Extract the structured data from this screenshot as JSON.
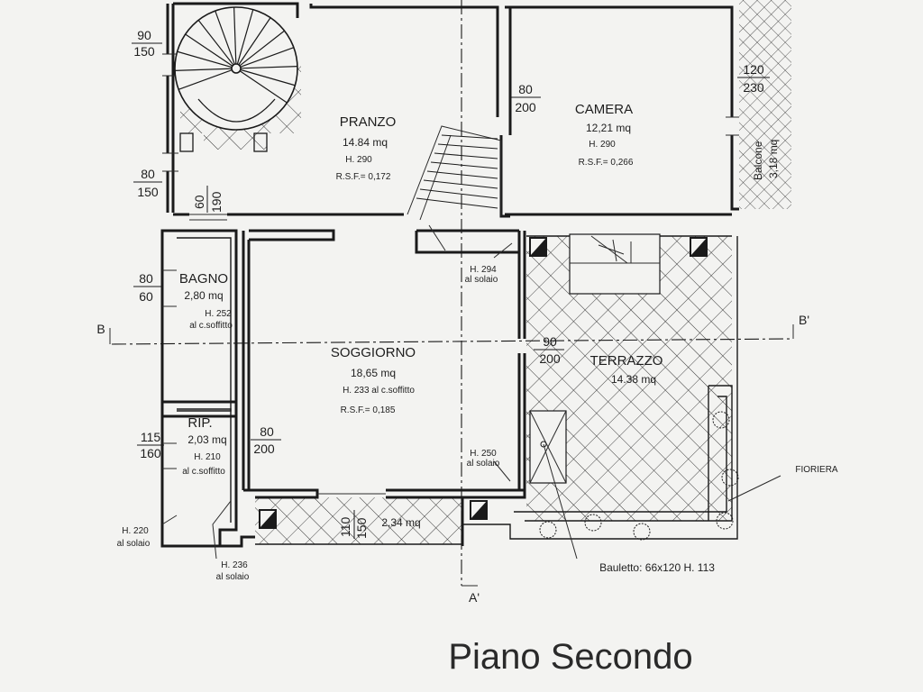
{
  "rooms": {
    "pranzo": {
      "name": "PRANZO",
      "area": "14.84 mq",
      "height": "H. 290",
      "rsf": "R.S.F.= 0,172"
    },
    "camera": {
      "name": "CAMERA",
      "area": "12,21 mq",
      "height": "H. 290",
      "rsf": "R.S.F.= 0,266"
    },
    "bagno": {
      "name": "BAGNO",
      "area": "2,80 mq",
      "height": "H. 252",
      "note": "al c.soffitto"
    },
    "soggiorno": {
      "name": "SOGGIORNO",
      "area": "18,65 mq",
      "height": "H. 233 al c.soffitto",
      "rsf": "R.S.F.= 0,185"
    },
    "terrazzo": {
      "name": "TERRAZZO",
      "area": "14.38 mq"
    },
    "rip": {
      "name": "RIP.",
      "area": "2,03 mq",
      "height": "H. 210",
      "note": "al c.soffitto"
    },
    "balcone": {
      "name": "Balcone",
      "area": "3,18 mq"
    },
    "loggia": {
      "area": "2,34 mq"
    }
  },
  "openings": [
    {
      "id": "90-150",
      "w": "90",
      "h": "150"
    },
    {
      "id": "80-150",
      "w": "80",
      "h": "150"
    },
    {
      "id": "60-190",
      "w": "60",
      "h": "190"
    },
    {
      "id": "80-200-pranzo",
      "w": "80",
      "h": "200"
    },
    {
      "id": "120-230",
      "w": "120",
      "h": "230"
    },
    {
      "id": "80-60",
      "w": "80",
      "h": "60"
    },
    {
      "id": "90-200",
      "w": "90",
      "h": "200"
    },
    {
      "id": "115-160",
      "w": "115",
      "h": "160"
    },
    {
      "id": "80-200-rip",
      "w": "80",
      "h": "200"
    },
    {
      "id": "110-150",
      "w": "110",
      "h": "150"
    }
  ],
  "annotations": {
    "h294": "H. 294",
    "h294_note": "al solaio",
    "h250": "H. 250",
    "h250_note": "al solaio",
    "h220": "H. 220",
    "h220_note": "al solaio",
    "h236": "H. 236",
    "h236_note": "al solaio",
    "fioriera": "FIORIERA",
    "bauletto": "Bauletto: 66x120 H. 113"
  },
  "sections": {
    "b": "B",
    "b_prime": "B'",
    "a_prime": "A'"
  },
  "title": "Piano Secondo",
  "colors": {
    "line": "#1a1a1a",
    "paper": "#f3f3f1"
  }
}
